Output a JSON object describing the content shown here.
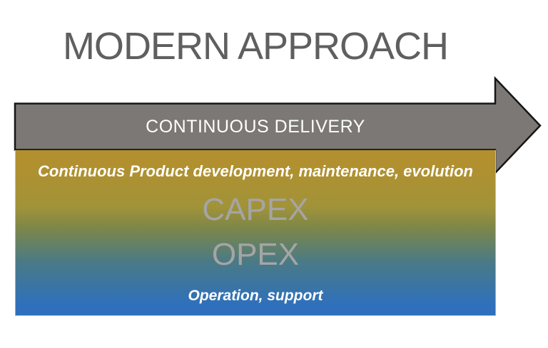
{
  "slide": {
    "title": "MODERN APPROACH",
    "arrow": {
      "label": "CONTINUOUS DELIVERY"
    },
    "gradient_box": {
      "top_line": "Continuous Product development, maintenance, evolution",
      "capex_label": "CAPEX",
      "opex_label": "OPEX",
      "bottom_line": "Operation, support"
    },
    "colors": {
      "title": "#5f5f5f",
      "arrow_fill": "#7b7875",
      "arrow_border": "#161616",
      "white_text": "#ffffff",
      "gradient_top": "#b2902f",
      "gradient_gold2": "#a29339",
      "gradient_olive": "#7d8748",
      "gradient_teal": "#4a7a87",
      "gradient_bottom": "#2e70bc",
      "capex_opex_text": "#a5a5a5"
    }
  }
}
